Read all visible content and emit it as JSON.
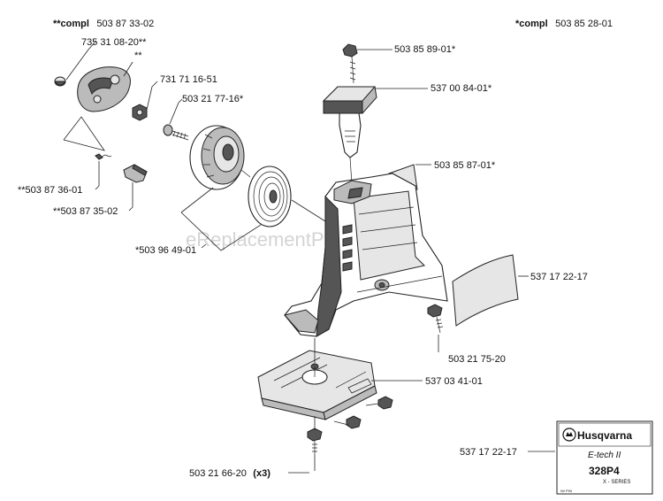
{
  "header": {
    "left_compl_prefix": "**compl",
    "left_compl_number": "503 87 33-02",
    "right_compl_prefix": "*compl",
    "right_compl_number": "503 85 28-01"
  },
  "labels": {
    "p_735": "735 31 08-20**",
    "p_star2": "**",
    "p_731": "731 71 16-51",
    "p_503_2177": "503 21 77-16*",
    "p_503_8736": "**503 87 36-01",
    "p_503_8735": "**503 87 35-02",
    "p_503_9649": "*503 96 49-01",
    "p_503_8589": "503 85 89-01*",
    "p_537_0084": "537 00 84-01*",
    "p_503_8587": "503 85 87-01*",
    "p_537_1722_a": "537 17 22-17",
    "p_503_2175": "503 21 75-20",
    "p_537_0341": "537 03 41-01",
    "p_503_2166": "503 21 66-20",
    "p_503_2166_qty": "(x3)",
    "p_537_1722_b": "537 17 22-17"
  },
  "watermark": "eReplacementParts.com",
  "logo": {
    "brand": "Husqvarna",
    "sub": "E-tech II",
    "model": "328P4",
    "series": "X - SERIES",
    "code": "IW P90"
  }
}
